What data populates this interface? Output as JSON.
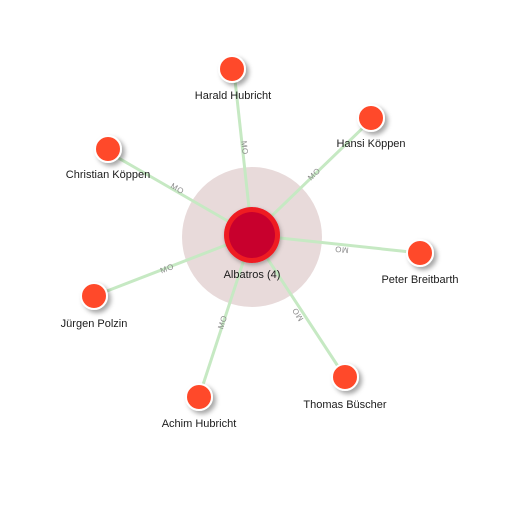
{
  "graph": {
    "center": {
      "label": "Albatros (4)",
      "color": "#c8002d",
      "ring_color": "#ee1a24",
      "halo_color": "#e8dada"
    },
    "edge_color": "#c6e9c3",
    "edge_label_color": "#8a8a8a",
    "node_color": "#ff4a2a",
    "nodes": [
      {
        "label": "Harald Hubricht",
        "edge_label": "MO"
      },
      {
        "label": "Hansi Köppen",
        "edge_label": "MO"
      },
      {
        "label": "Christian Köppen",
        "edge_label": "MO"
      },
      {
        "label": "Peter Breitbarth",
        "edge_label": "MO"
      },
      {
        "label": "Jürgen Polzin",
        "edge_label": "MO"
      },
      {
        "label": "Thomas Büscher",
        "edge_label": "MO"
      },
      {
        "label": "Achim Hubricht",
        "edge_label": "MO"
      }
    ]
  }
}
